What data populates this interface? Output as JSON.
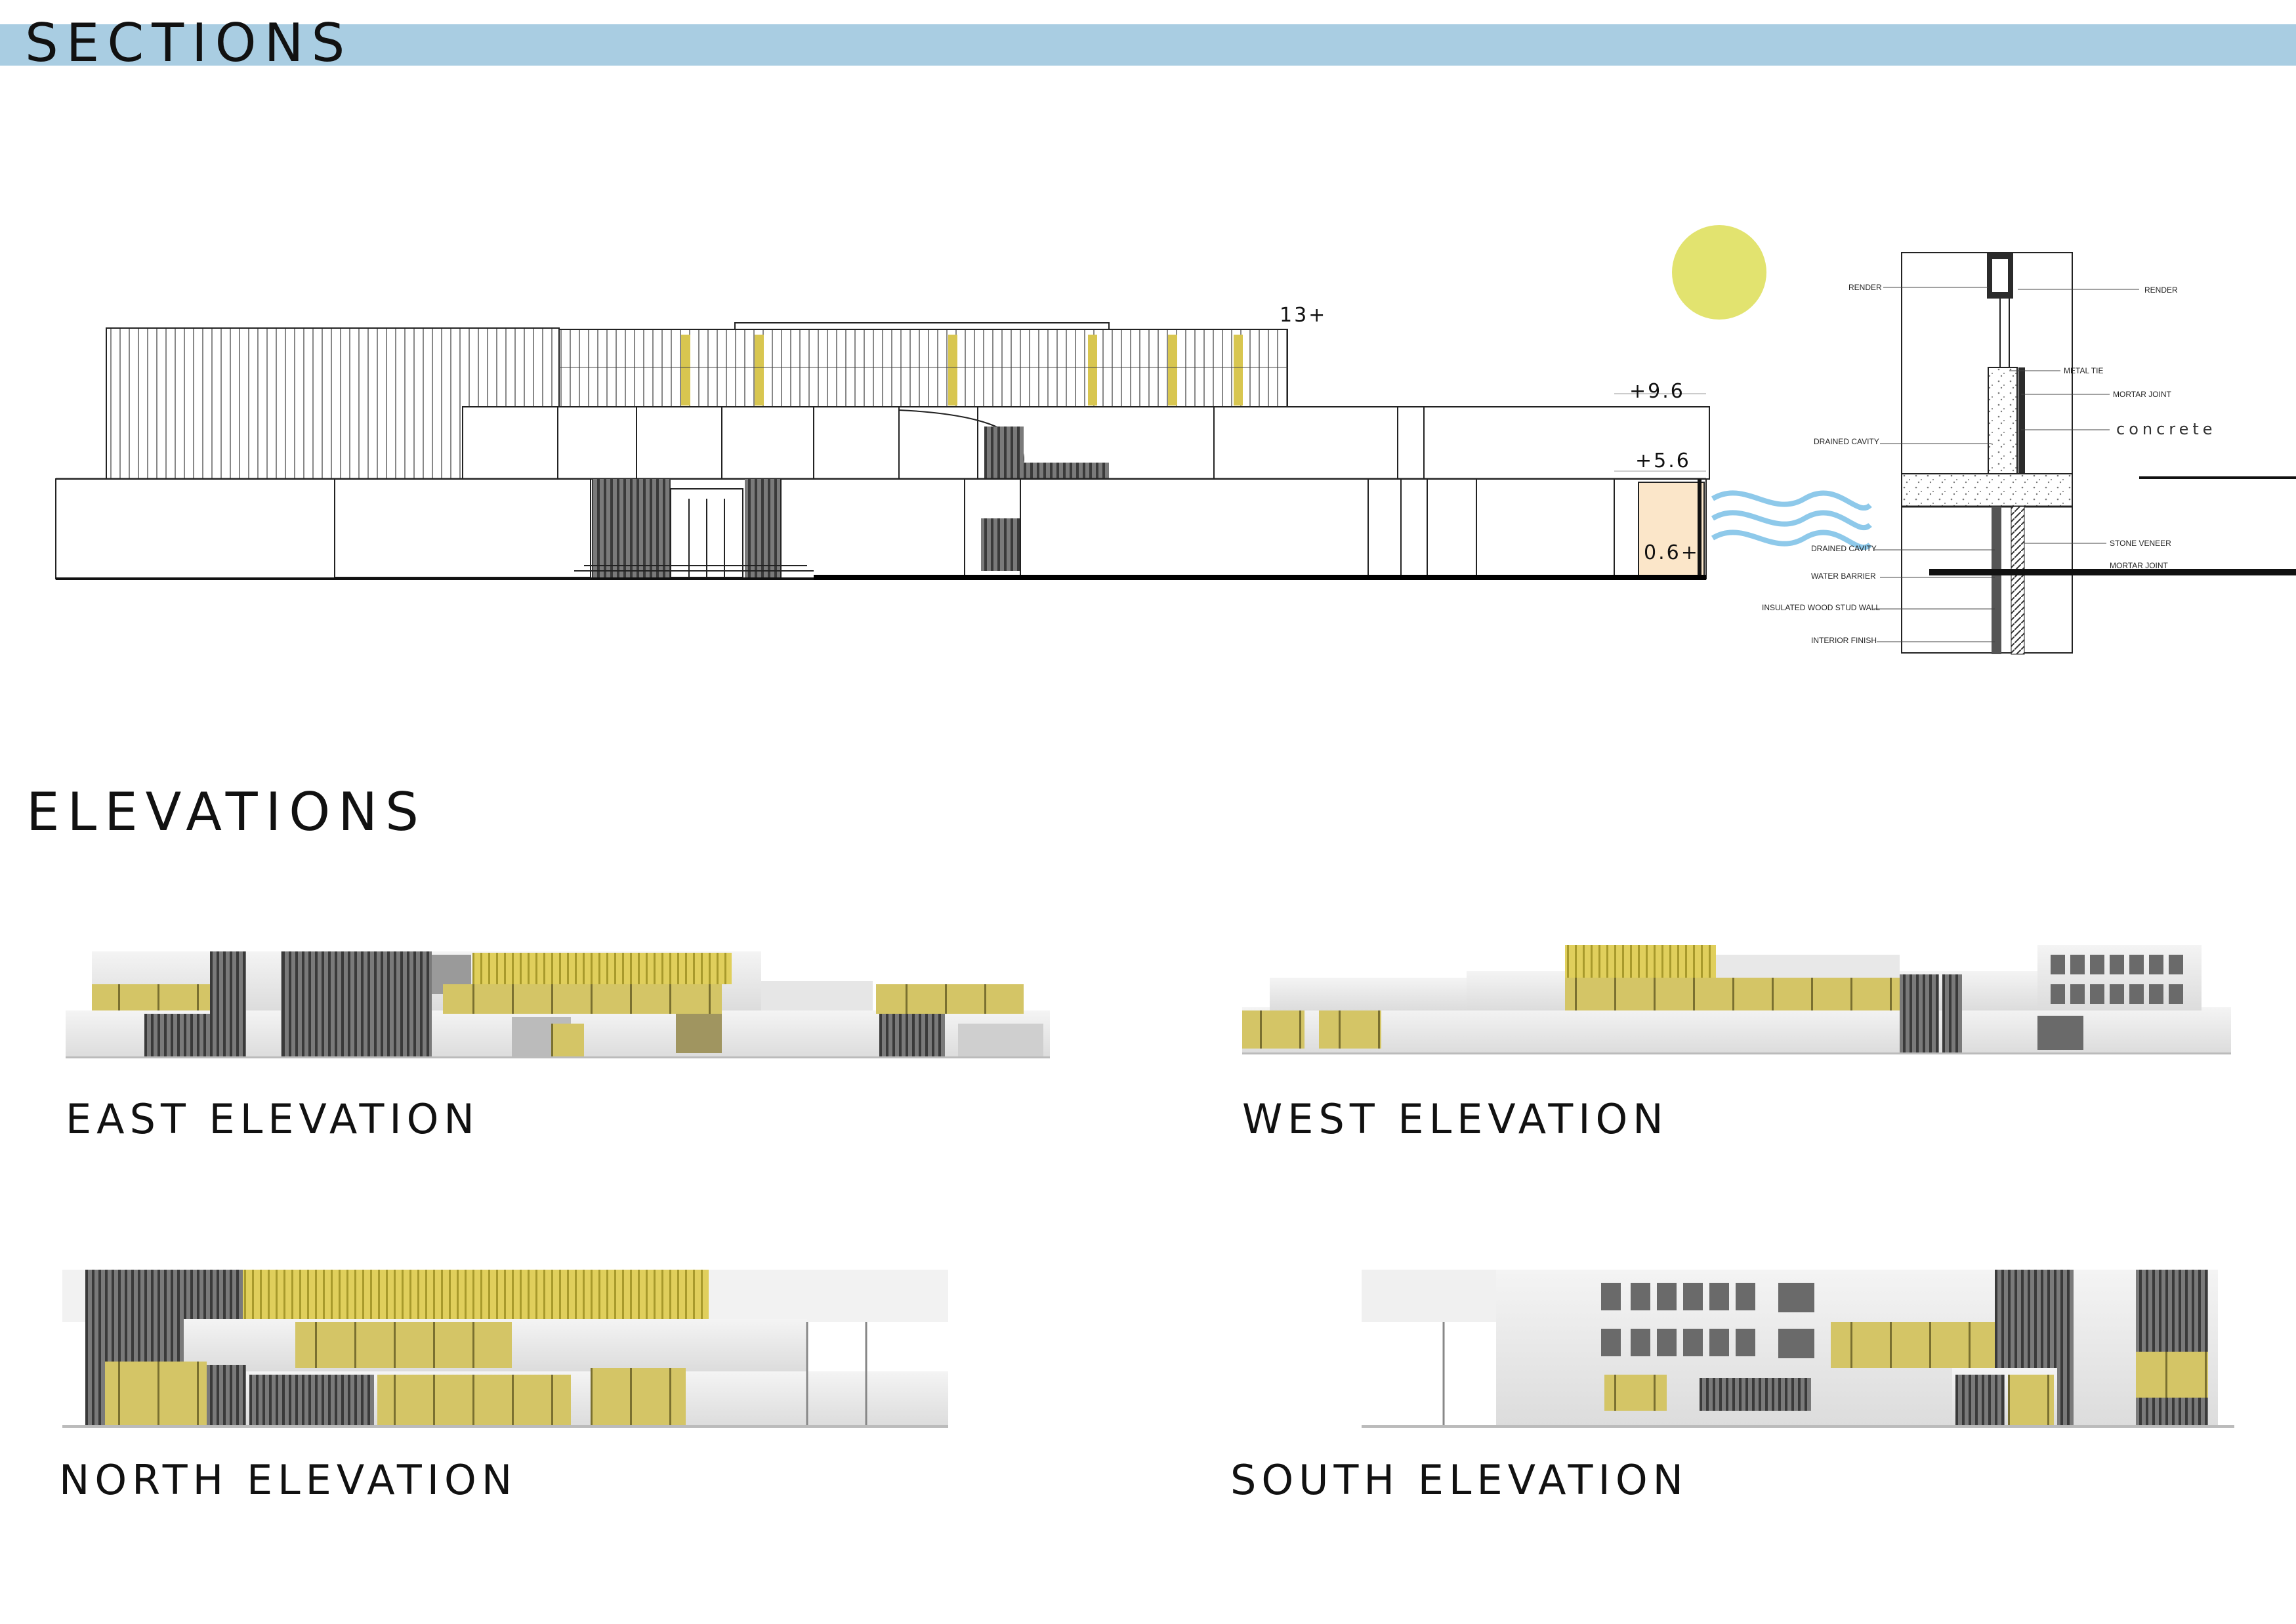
{
  "headings": {
    "sections": "SECTIONS",
    "elevations": "ELEVATIONS"
  },
  "colors": {
    "band": "#a9cde2",
    "sun": "#e2e36f",
    "accent_gold": "#c8ba3a",
    "water": "#8ec9ea",
    "highlight": "#fbe6c9"
  },
  "section": {
    "levels": {
      "top": "13+",
      "upper": "+9.6",
      "middle": "+5.6",
      "ground": "0.6+"
    }
  },
  "detail": {
    "concrete": "concrete",
    "labels_left": [
      "RENDER",
      "DRAINED CAVITY",
      "DRAINED CAVITY",
      "WATER BARRIER",
      "INSULATED WOOD STUD WALL",
      "INTERIOR FINISH"
    ],
    "labels_right": [
      "RENDER",
      "METAL TIE",
      "MORTAR JOINT",
      "STONE VENEER",
      "MORTAR JOINT"
    ]
  },
  "elevations": {
    "east": "EAST ELEVATION",
    "west": "WEST ELEVATION",
    "north": "NORTH ELEVATION",
    "south": "SOUTH ELEVATION"
  }
}
